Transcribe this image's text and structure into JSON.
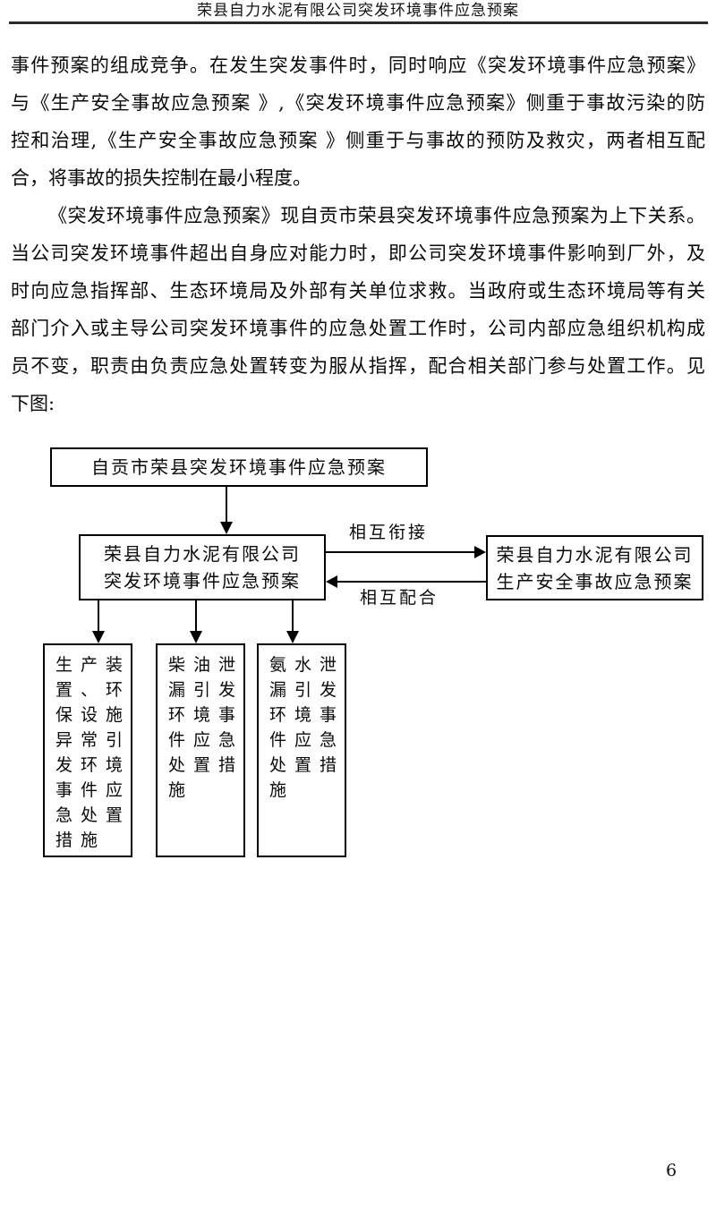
{
  "header": {
    "title": "荣县自力水泥有限公司突发环境事件应急预案"
  },
  "body": {
    "paragraph1": {
      "line1": "事件预案的组成竞争。在发生突发事件时，同时响应《突发环境事件应急预案》",
      "line2": "与《生产安全事故应急预案 》,《突发环境事件应急预案》侧重于事故污染的防",
      "line3": "控和治理,《生产安全事故应急预案 》侧重于与事故的预防及救灾，两者相互配",
      "line4": "合，将事故的损失控制在最小程度。"
    },
    "paragraph2": {
      "line1": "《突发环境事件应急预案》现自贡市荣县突发环境事件应急预案为上下关系。",
      "line2": "当公司突发环境事件超出自身应对能力时，即公司突发环境事件影响到厂外，及",
      "line3": "时向应急指挥部、生态环境局及外部有关单位求救。当政府或生态环境局等有关",
      "line4": "部门介入或主导公司突发环境事件的应急处置工作时，公司内部应急组织机构成",
      "line5": "员不变，职责由负责应急处置转变为服从指挥，配合相关部门参与处置工作。见",
      "line6": "下图:"
    }
  },
  "diagram": {
    "county_plan_box": "自贡市荣县突发环境事件应急预案",
    "company_env_plan_box": {
      "line1": "荣县自力水泥有限公司",
      "line2": "突发环境事件应急预案"
    },
    "company_safety_plan_box": {
      "line1": "荣县自力水泥有限公司",
      "line2": "生产安全事故应急预案"
    },
    "link_label": "相互衔接",
    "cooperate_label": "相互配合",
    "measure_box1": "生产装置、环保设施异常引发环境事件应急处置措施",
    "measure_box2": "柴油泄漏引发环境事件应急处置措施",
    "measure_box3": "氨水泄漏引发环境事件应急处置措施"
  },
  "footer": {
    "page_number": "6"
  },
  "colors": {
    "ink": "#0a0a0a",
    "rule": "#2b2b2b",
    "background": "#ffffff"
  }
}
